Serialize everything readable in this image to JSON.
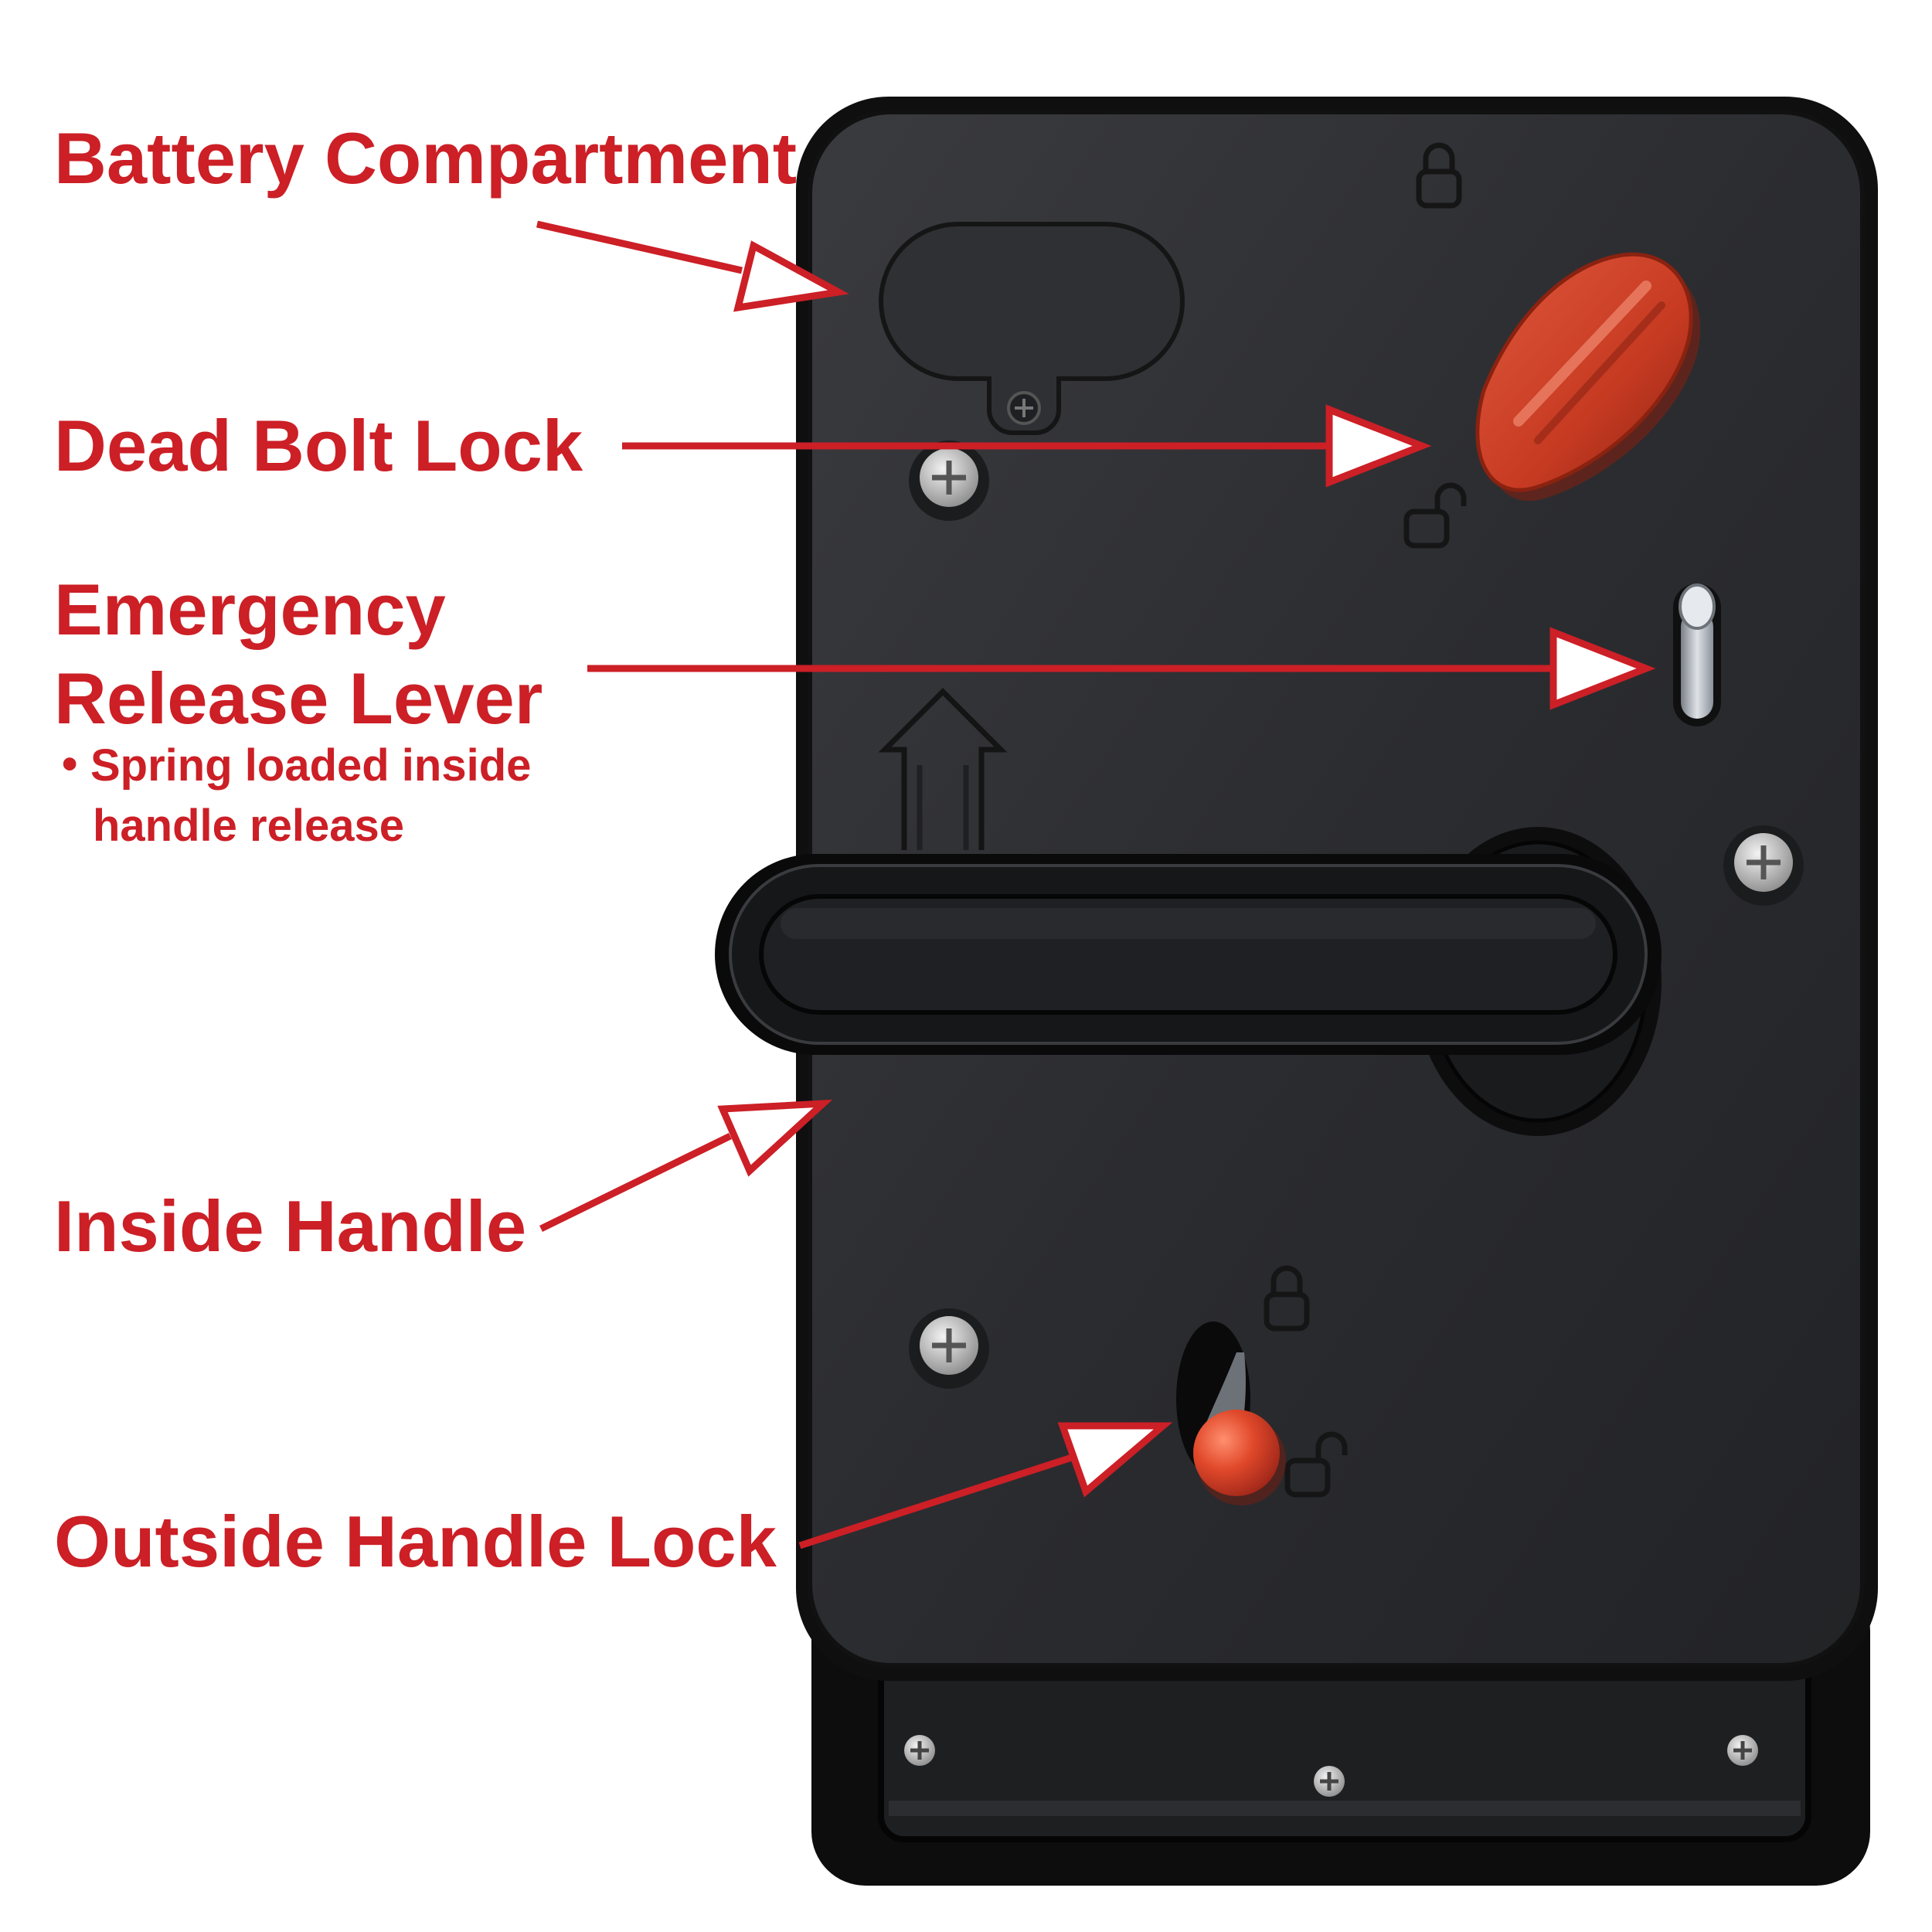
{
  "labels": {
    "battery": "Battery Compartment",
    "deadbolt": "Dead Bolt Lock",
    "emergency_line1": "Emergency",
    "emergency_line2": "Release Lever",
    "emergency_note_bullet": "•",
    "emergency_note_line1": "Spring loaded inside",
    "emergency_note_line2": "handle release",
    "inside_handle": "Inside Handle",
    "outside_lock": "Outside Handle Lock"
  },
  "colors": {
    "annotation": "#cc1f26",
    "housing": "#2a2b2e",
    "housing_edge": "#0c0c0d",
    "deadbolt_knob": "#c63a22",
    "lock_ball": "#e0482a",
    "screw": "#c8c8c8"
  },
  "icons": {
    "locked": "padlock-closed-icon",
    "unlocked": "padlock-open-icon",
    "direction": "up-arrow-icon",
    "screws": "phillips-screw-icon"
  }
}
